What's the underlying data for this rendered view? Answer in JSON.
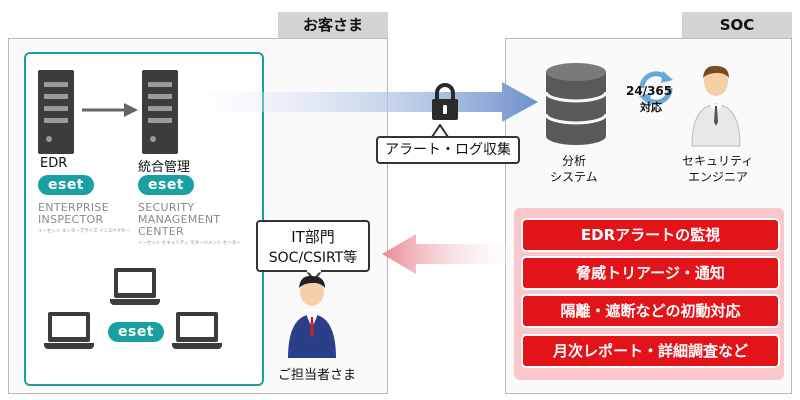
{
  "customer": {
    "title": "お客さま",
    "edr_label": "EDR",
    "mgmt_label": "統合管理",
    "eset_logo": "eset",
    "edr_product_line1": "ENTERPRISE",
    "edr_product_line2": "INSPECTOR",
    "edr_product_sub": "イーセット エンタープライズ インスペクター",
    "mgmt_product_line1": "SECURITY",
    "mgmt_product_line2": "MANAGEMENT",
    "mgmt_product_line3": "CENTER",
    "mgmt_product_sub": "イーセット セキュリティ マネージメント センター",
    "it_line1": "IT部門",
    "it_line2": "SOC/CSIRT等",
    "person_label": "ご担当者さま"
  },
  "soc": {
    "title": "SOC",
    "collect_label": "アラート・ログ収集",
    "analysis_line1": "分析",
    "analysis_line2": "システム",
    "support_line1": "24/365",
    "support_line2": "対応",
    "engineer_line1": "セキュリティ",
    "engineer_line2": "エンジニア",
    "tasks": [
      "EDRアラートの監視",
      "脅威トリアージ・通知",
      "隔離・遮断などの初動対応",
      "月次レポート・詳細調査など"
    ]
  },
  "colors": {
    "accent_teal": "#1aa0a0",
    "task_red": "#e2141a",
    "flow_blue": "#6d90cc",
    "flow_pink": "#e98a94"
  }
}
